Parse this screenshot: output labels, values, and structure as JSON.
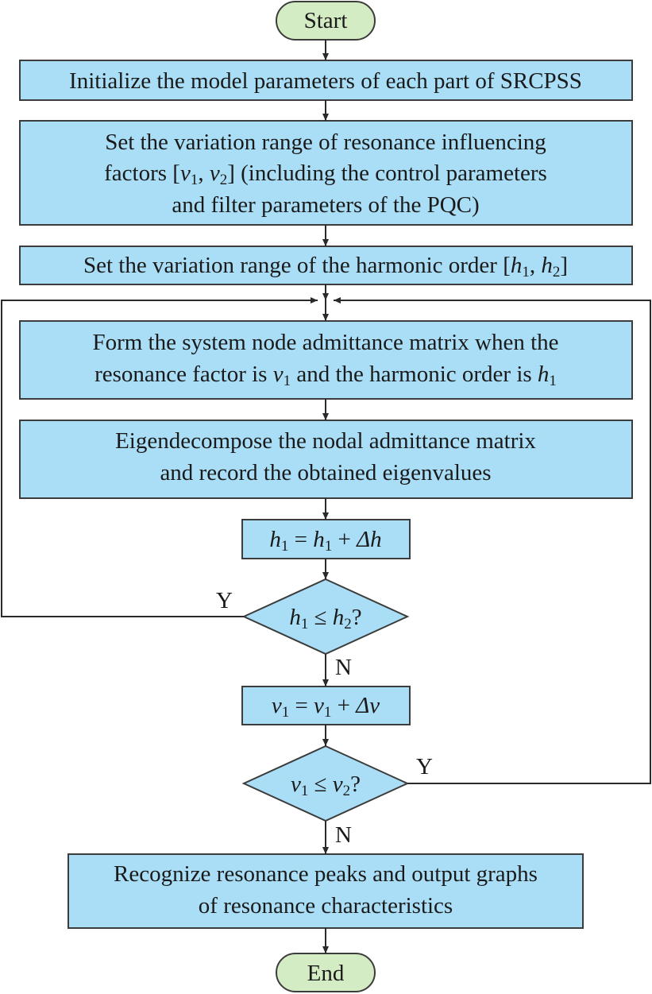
{
  "flowchart": {
    "start": "Start",
    "end": "End",
    "steps": {
      "init": "Initialize the model parameters of each part of SRCPSS",
      "set_factor_range": [
        "Set the variation range of resonance influencing",
        "(including the control parameters",
        "and filter parameters of the PQC)"
      ],
      "set_factor_range_prefix": "factors",
      "set_harmonic_range": "Set the variation range of the harmonic order",
      "form_matrix": [
        "Form the system node admittance matrix when the",
        "resonance factor is",
        "and the harmonic order is"
      ],
      "eigen": [
        "Eigendecompose the nodal admittance matrix",
        "and record the obtained eigenvalues"
      ],
      "recognize": [
        "Recognize resonance peaks and output graphs",
        "of resonance characteristics"
      ]
    },
    "symbols": {
      "v": "v",
      "h": "h",
      "sub1": "1",
      "sub2": "2",
      "delta_h": "Δh",
      "delta_v": "Δv",
      "eq": " = ",
      "plus": " + ",
      "leq": " ≤ ",
      "q": "?",
      "lbr": "[",
      "rbr": "]",
      "comma": ", "
    },
    "branch_labels": {
      "h_yes": "Y",
      "h_no": "N",
      "v_yes": "Y",
      "v_no": "N"
    }
  }
}
